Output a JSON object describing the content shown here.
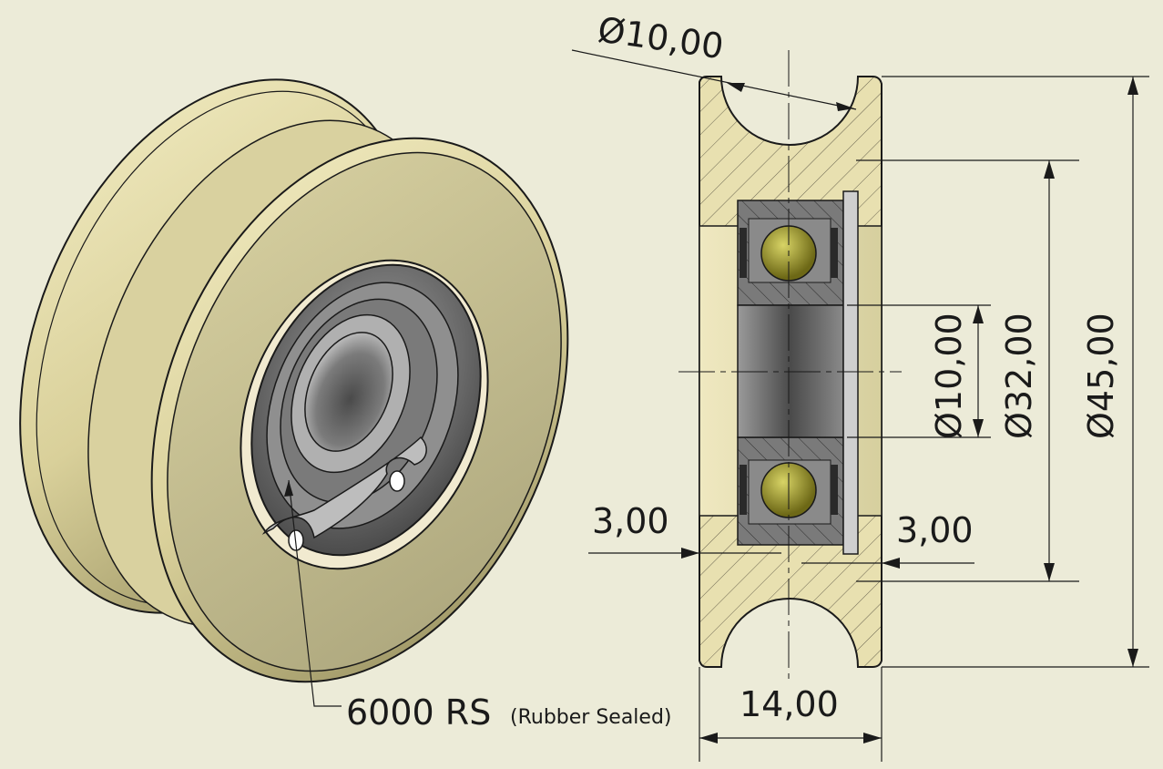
{
  "dimensions": {
    "groove_diameter": "Ø10,00",
    "bore_diameter": "Ø10,00",
    "bearing_outer_diameter": "Ø32,00",
    "outer_diameter": "Ø45,00",
    "left_offset": "3,00",
    "right_offset": "3,00",
    "width": "14,00"
  },
  "callout": {
    "bearing_code": "6000 RS",
    "bearing_note": "(Rubber Sealed)"
  },
  "colors": {
    "background": "#ecebd8",
    "pulley_body": "#e6dfaa",
    "bearing_steel": "#6e6e6e",
    "ball": "#a8a22a",
    "line": "#1a1a1a"
  }
}
